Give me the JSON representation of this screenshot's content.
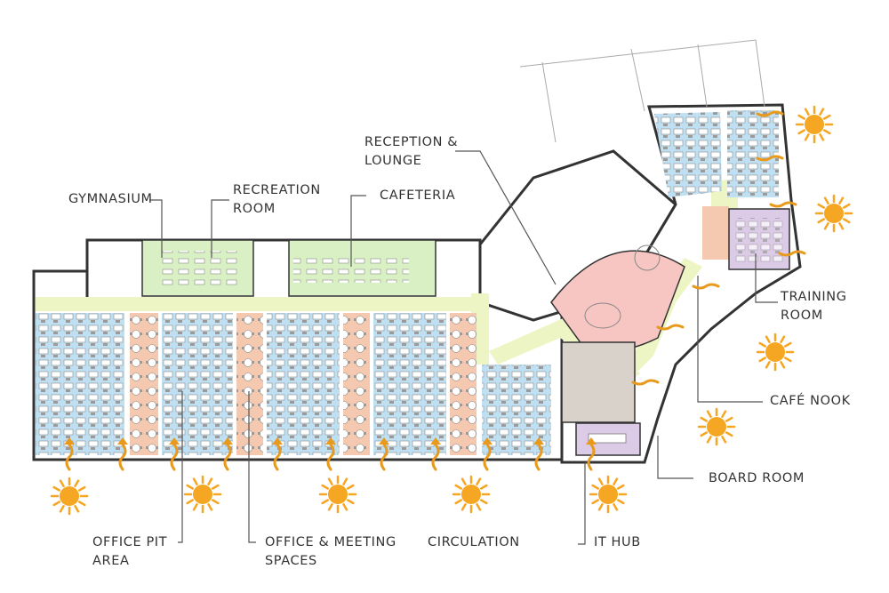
{
  "labels": {
    "reception": "RECEPTION &\nLOUNGE",
    "gymnasium": "GYMNASIUM",
    "recreation": "RECREATION\nROOM",
    "cafeteria": "CAFETERIA",
    "training": "TRAINING\nROOM",
    "cafe_nook": "CAFÉ NOOK",
    "board_room": "BOARD ROOM",
    "office_pit": "OFFICE PIT\nAREA",
    "office_meeting": "OFFICE & MEETING\nSPACES",
    "circulation": "CIRCULATION",
    "it_hub": "IT HUB"
  },
  "colors": {
    "office_pit": "#bfe0f2",
    "office_meeting": "#f5c9b0",
    "circulation": "#eef5c4",
    "recreation": "#d9efc4",
    "cafe_nook": "#f7c5c2",
    "training": "#dccbe6",
    "board_room": "#dccbe6",
    "it_hub": "#d8d2cb",
    "sun": "#f5a623",
    "arrow": "#e89a1c",
    "wall": "#333333",
    "leader": "#555555"
  },
  "icons": [
    "sun-icon",
    "sunlight-arrow-icon"
  ]
}
